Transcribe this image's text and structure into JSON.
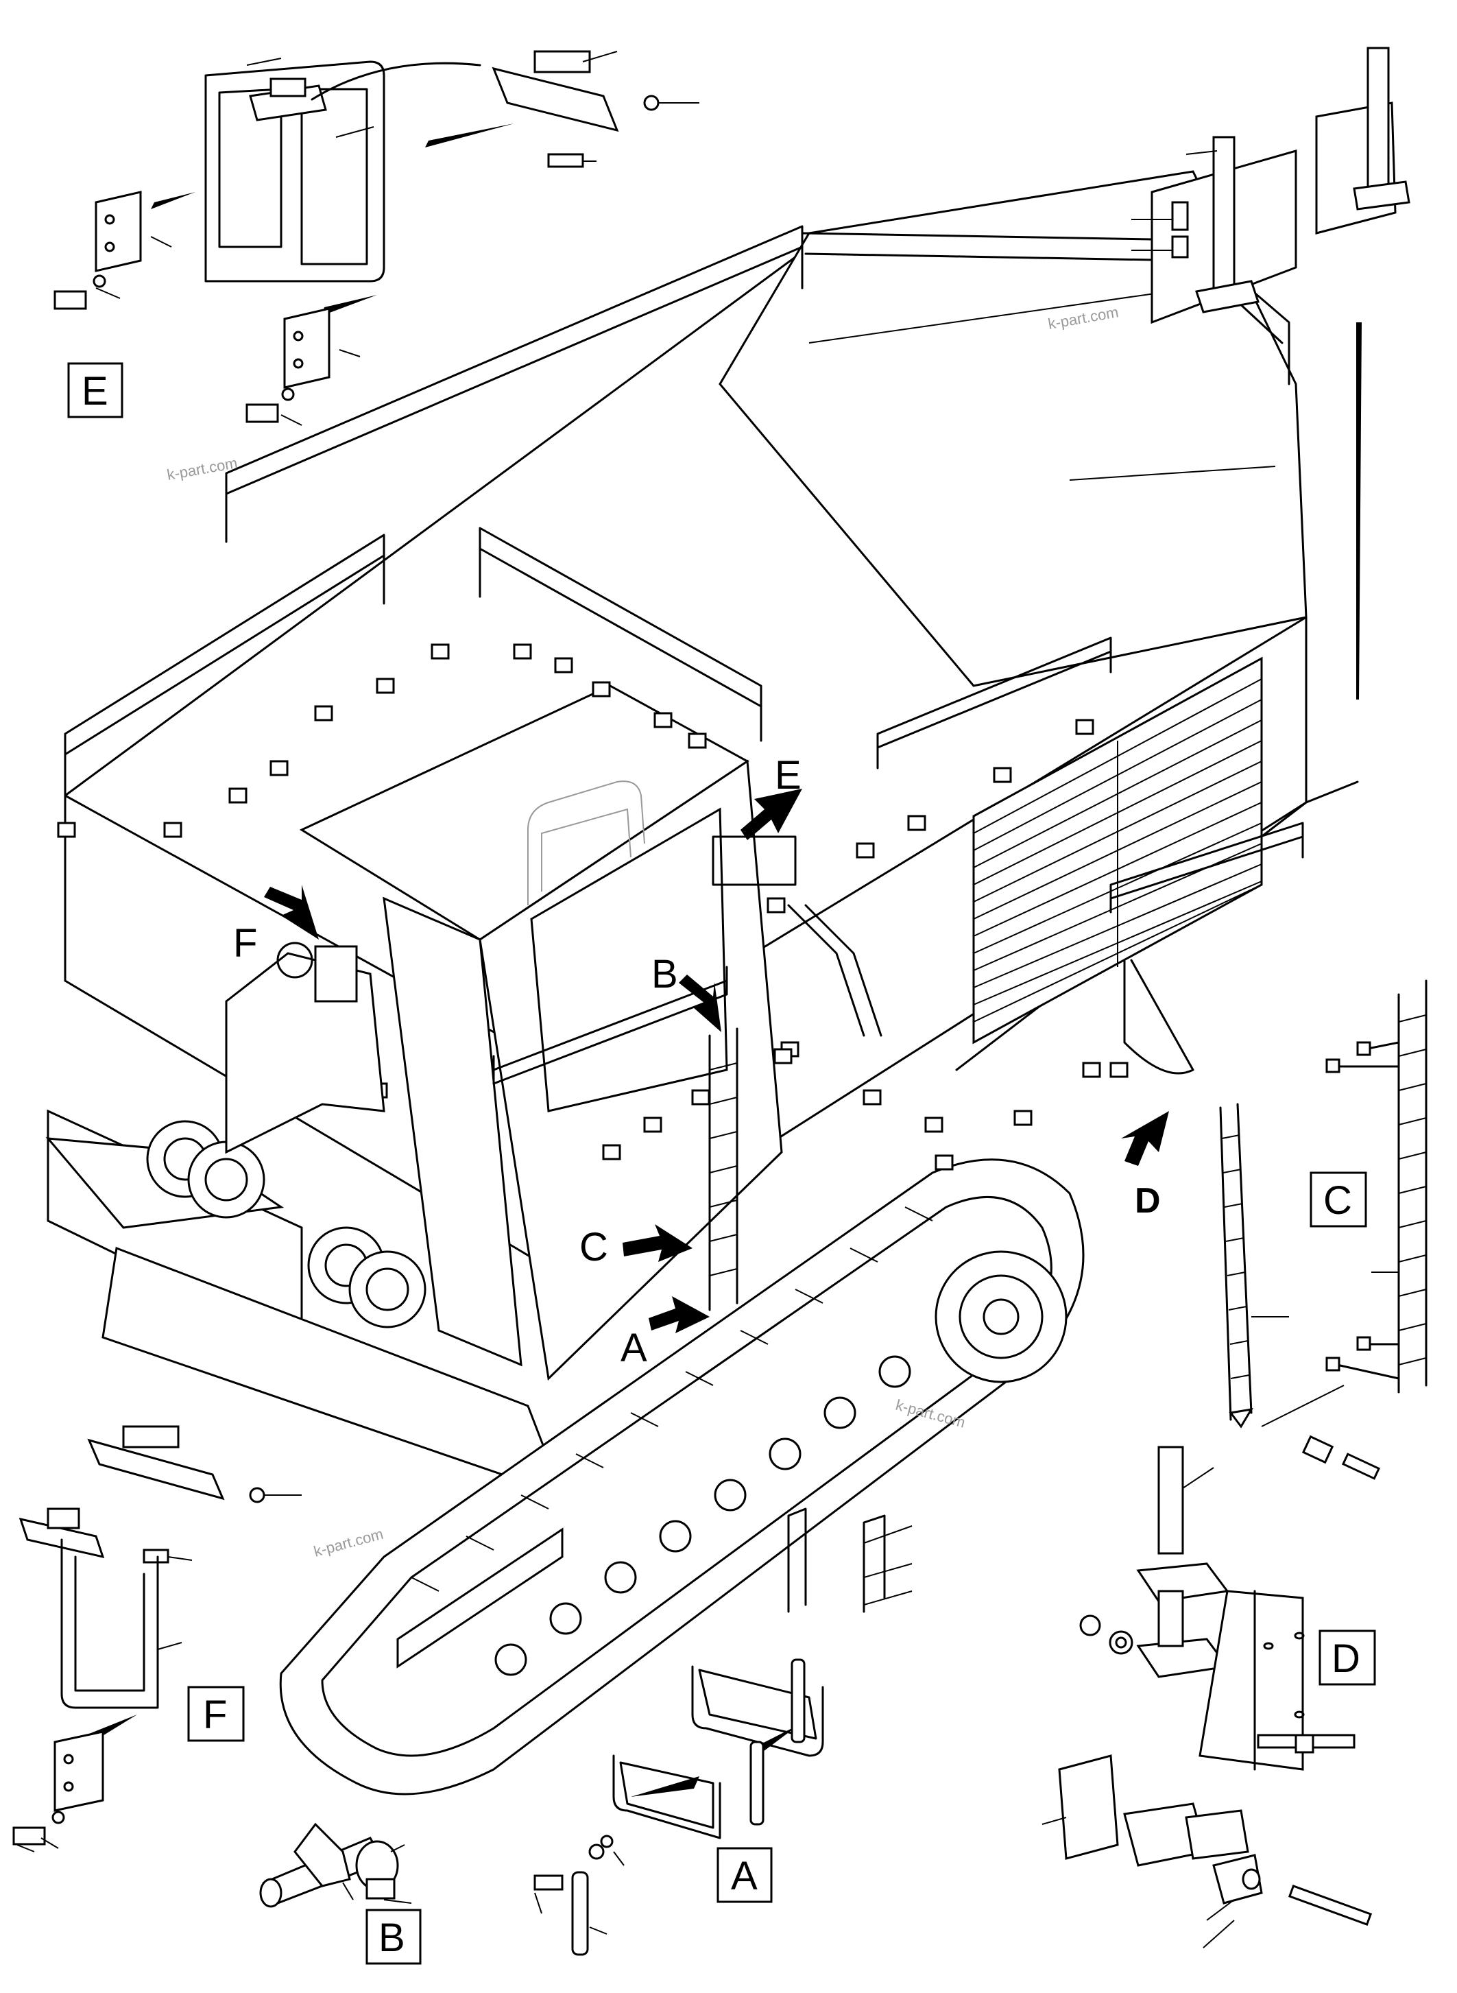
{
  "views": {
    "E": "E",
    "F": "F",
    "A": "A",
    "B": "B",
    "C": "C",
    "D": "D"
  },
  "callouts": {
    "E": "E",
    "F": "F",
    "B": "B",
    "C": "C",
    "A": "A",
    "D": "D"
  },
  "watermarks": [
    "k-part.com",
    "k-part.com",
    "k-part.com",
    "k-part.com"
  ]
}
